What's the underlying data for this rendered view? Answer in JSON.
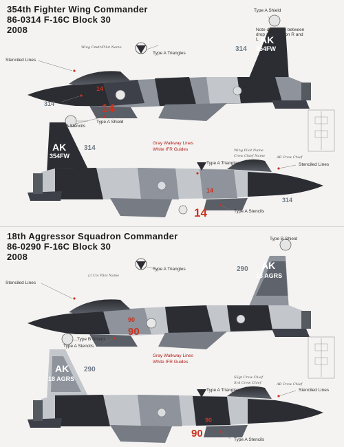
{
  "section1": {
    "title_line1": "354th Fighter Wing Commander",
    "title_line2": "86-0314  F-16C Block 30",
    "title_line3": "2008",
    "tail_code": "AK",
    "tail_unit": "354FW",
    "serial": "314",
    "red_number": "14",
    "canopy_name_top": "Wing Cmdr/Pilot Name",
    "canopy_name_bottom_1": "Wing Pilot Name",
    "canopy_name_bottom_2": "Crew Chief Name",
    "crew_chief_top": "AB Crew Chief",
    "labels": {
      "type_a_shield": "Type A Shield",
      "note": "Note difference between drop shadows on R and L",
      "type_a_triangles": "Type A Triangles",
      "stenciled_lines": "Stenciled Lines",
      "type_a_stencils": "Type A Stencils",
      "gray_walkway": "Gray Walkway Lines",
      "white_ifr": "White IFR Guides"
    }
  },
  "section2": {
    "title_line1": "18th Aggressor Squadron Commander",
    "title_line2": "86-0290  F-16C Block 30",
    "title_line3": "2008",
    "tail_code": "AK",
    "tail_unit": "18 AGRS",
    "serial": "290",
    "red_number": "90",
    "canopy_name_top": "Lt Col Pilot Name",
    "canopy_name_bottom_1": "SSgt Crew Chief",
    "canopy_name_bottom_2": "SrA Crew Chief",
    "crew_chief_top": "AB Crew Chief",
    "labels": {
      "type_b_shield": "Type B Shield",
      "type_a_triangles": "Type A Triangles",
      "stenciled_lines": "Stenciled Lines",
      "type_a_stencils": "Type A Stencils",
      "gray_walkway": "Gray Walkway Lines",
      "white_ifr": "White IFR Guides"
    }
  },
  "colors": {
    "dark": "#2b2d33",
    "mid_gray": "#8e939c",
    "light_gray": "#c3c7cc",
    "aircraft_white": "#eceeef",
    "red": "#c8341f"
  }
}
